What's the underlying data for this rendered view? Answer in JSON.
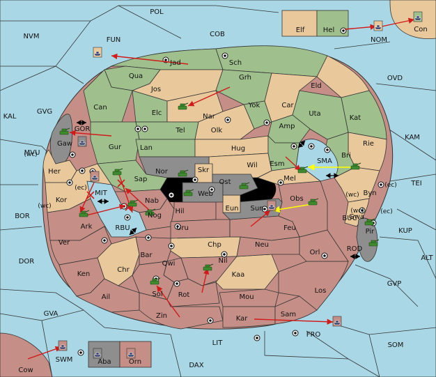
{
  "map": {
    "sea_labels": [
      {
        "key": "POL",
        "text": "POL"
      },
      {
        "key": "NVM",
        "text": "NVM"
      },
      {
        "key": "FUN",
        "text": "FUN"
      },
      {
        "key": "COB",
        "text": "COB"
      },
      {
        "key": "NOM",
        "text": "NOM"
      },
      {
        "key": "OVD",
        "text": "OVD"
      },
      {
        "key": "KAL",
        "text": "KAL"
      },
      {
        "key": "GVG",
        "text": "GVG"
      },
      {
        "key": "KAM",
        "text": "KAM"
      },
      {
        "key": "MVU",
        "text": "MVU"
      },
      {
        "key": "TEI",
        "text": "TEI"
      },
      {
        "key": "BOR",
        "text": "BOR"
      },
      {
        "key": "KUP",
        "text": "KUP"
      },
      {
        "key": "DOR",
        "text": "DOR"
      },
      {
        "key": "ALT",
        "text": "ALT"
      },
      {
        "key": "GVP",
        "text": "GVP"
      },
      {
        "key": "GVA",
        "text": "GVA"
      },
      {
        "key": "FRO",
        "text": "FRO"
      },
      {
        "key": "SOM",
        "text": "SOM"
      },
      {
        "key": "LIT",
        "text": "LIT"
      },
      {
        "key": "DAX",
        "text": "DAX"
      },
      {
        "key": "SWM",
        "text": "SWM"
      },
      {
        "key": "GOR",
        "text": "GOR"
      },
      {
        "key": "MIT",
        "text": "MIT"
      },
      {
        "key": "RBU",
        "text": "RBU"
      },
      {
        "key": "SMA",
        "text": "SMA"
      },
      {
        "key": "BUC",
        "text": "BUC"
      },
      {
        "key": "ROD",
        "text": "ROD"
      }
    ],
    "land_labels": [
      {
        "key": "Elf",
        "text": "Elf"
      },
      {
        "key": "Hel",
        "text": "Hel"
      },
      {
        "key": "Con",
        "text": "Con"
      },
      {
        "key": "Jad",
        "text": "Jad"
      },
      {
        "key": "Sch",
        "text": "Sch"
      },
      {
        "key": "Qua",
        "text": "Qua"
      },
      {
        "key": "Jos",
        "text": "Jos"
      },
      {
        "key": "Grh",
        "text": "Grh"
      },
      {
        "key": "Eld",
        "text": "Eld"
      },
      {
        "key": "Can",
        "text": "Can"
      },
      {
        "key": "Elc",
        "text": "Elc"
      },
      {
        "key": "Yok",
        "text": "Yok"
      },
      {
        "key": "Car",
        "text": "Car"
      },
      {
        "key": "Uta",
        "text": "Uta"
      },
      {
        "key": "Kat",
        "text": "Kat"
      },
      {
        "key": "Nar",
        "text": "Nar"
      },
      {
        "key": "Tel",
        "text": "Tel"
      },
      {
        "key": "Olk",
        "text": "Olk"
      },
      {
        "key": "Amp",
        "text": "Amp"
      },
      {
        "key": "Gaw",
        "text": "Gaw"
      },
      {
        "key": "Gur",
        "text": "Gur"
      },
      {
        "key": "Lan",
        "text": "Lan"
      },
      {
        "key": "Hug",
        "text": "Hug"
      },
      {
        "key": "Rie",
        "text": "Rie"
      },
      {
        "key": "Bri",
        "text": "Bri"
      },
      {
        "key": "Her",
        "text": "Her"
      },
      {
        "key": "Nor",
        "text": "Nor"
      },
      {
        "key": "Esm",
        "text": "Esm"
      },
      {
        "key": "Wil",
        "text": "Wil"
      },
      {
        "key": "Skr",
        "text": "Skr"
      },
      {
        "key": "Sap",
        "text": "Sap"
      },
      {
        "key": "Ost",
        "text": "Ost"
      },
      {
        "key": "Mel",
        "text": "Mel"
      },
      {
        "key": "Web",
        "text": "Web"
      },
      {
        "key": "Byn",
        "text": "Byn"
      },
      {
        "key": "Kor",
        "text": "Kor"
      },
      {
        "key": "Nab",
        "text": "Nab"
      },
      {
        "key": "Obs",
        "text": "Obs"
      },
      {
        "key": "Eun",
        "text": "Eun"
      },
      {
        "key": "Sun",
        "text": "Sun"
      },
      {
        "key": "Hil",
        "text": "Hil"
      },
      {
        "key": "Gwa",
        "text": "Gwa"
      },
      {
        "key": "Nog",
        "text": "Nog"
      },
      {
        "key": "Ark",
        "text": "Ark"
      },
      {
        "key": "Uru",
        "text": "Uru"
      },
      {
        "key": "Feu",
        "text": "Feu"
      },
      {
        "key": "Pir",
        "text": "Pir"
      },
      {
        "key": "Chp",
        "text": "Chp"
      },
      {
        "key": "Neu",
        "text": "Neu"
      },
      {
        "key": "Ver",
        "text": "Ver"
      },
      {
        "key": "Orl",
        "text": "Orl"
      },
      {
        "key": "Bar",
        "text": "Bar"
      },
      {
        "key": "Qwi",
        "text": "Qwi"
      },
      {
        "key": "Nil",
        "text": "Nil"
      },
      {
        "key": "Ken",
        "text": "Ken"
      },
      {
        "key": "Chr",
        "text": "Chr"
      },
      {
        "key": "Kaa",
        "text": "Kaa"
      },
      {
        "key": "Los",
        "text": "Los"
      },
      {
        "key": "Ail",
        "text": "Ail"
      },
      {
        "key": "Sol",
        "text": "Sol"
      },
      {
        "key": "Rot",
        "text": "Rot"
      },
      {
        "key": "Mou",
        "text": "Mou"
      },
      {
        "key": "Zin",
        "text": "Zin"
      },
      {
        "key": "Sam",
        "text": "Sam"
      },
      {
        "key": "Kar",
        "text": "Kar"
      },
      {
        "key": "Aba",
        "text": "Aba"
      },
      {
        "key": "Orn",
        "text": "Orn"
      },
      {
        "key": "Cow",
        "text": "Cow"
      }
    ],
    "coast_labels": [
      {
        "key": "wc1",
        "text": "(wc)"
      },
      {
        "key": "ec1",
        "text": "(ec)"
      },
      {
        "key": "wc2",
        "text": "(wc)"
      },
      {
        "key": "wc3",
        "text": "(wc)"
      },
      {
        "key": "ec2",
        "text": "(ec)"
      },
      {
        "key": "wc4",
        "text": "(wc)"
      },
      {
        "key": "ec3",
        "text": "(ec)"
      }
    ],
    "colors": {
      "sea": "#a9d7e6",
      "green_power": "#9fc08c",
      "tan_neutral": "#e9c89c",
      "red_power": "#c58e86",
      "grey_power": "#8e8e8e",
      "move_order": "#d11a1a",
      "support_order": "#ffff00"
    },
    "icons": {
      "army": "tank-icon",
      "fleet": "ship-icon",
      "supply_center": "supply-center-icon",
      "convoy_link": "double-arrow-icon",
      "failed_move": "cross-mark-icon"
    }
  }
}
